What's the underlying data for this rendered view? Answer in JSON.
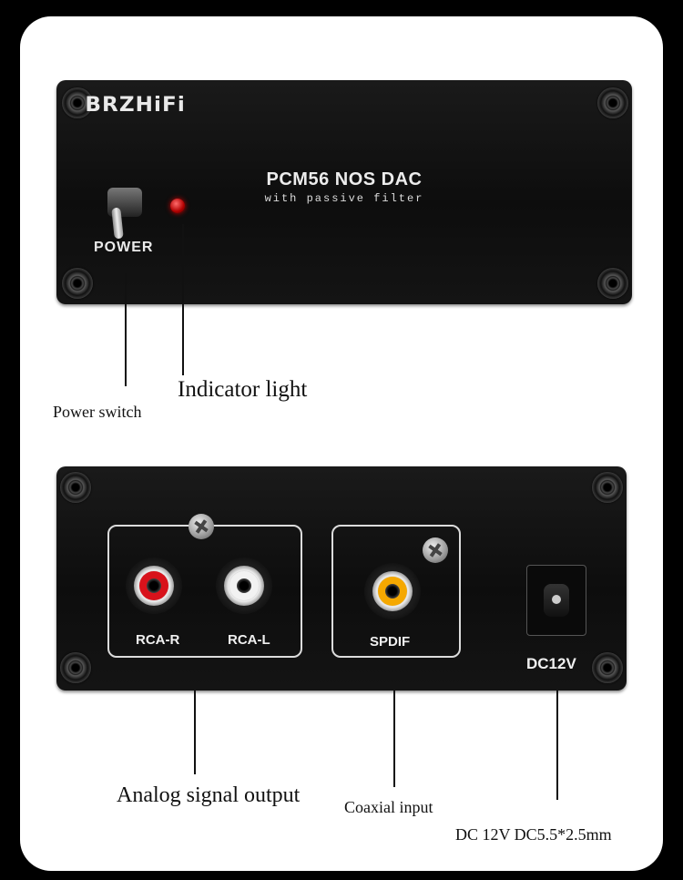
{
  "front_panel": {
    "brand": "BRZHiFi",
    "model_title": "PCM56 NOS DAC",
    "model_subtitle": "with passive filter",
    "power_label": "POWER",
    "led_color": "#cc0000"
  },
  "rear_panel": {
    "rca_right_label": "RCA-R",
    "rca_left_label": "RCA-L",
    "spdif_label": "SPDIF",
    "dc_label": "DC12V",
    "jack_colors": {
      "rca_right": "#d8121b",
      "rca_left": "#f2f2f2",
      "spdif": "#f5a800"
    }
  },
  "callouts": {
    "power_switch": "Power switch",
    "indicator_light": "Indicator light",
    "analog_output": "Analog signal output",
    "coaxial_input": "Coaxial input",
    "dc_power": "DC 12V DC5.5*2.5mm"
  }
}
